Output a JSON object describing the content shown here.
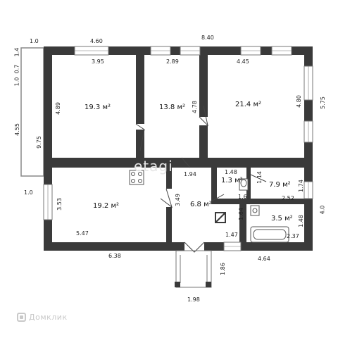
{
  "plan": {
    "overall_width": "8.40",
    "overall_height": "5.75",
    "rooms": [
      {
        "area": "19.3 м²",
        "width": "3.95",
        "depth": "4.89"
      },
      {
        "area": "13.8 м²",
        "width": "2.89",
        "depth": "4.78"
      },
      {
        "area": "21.4 м²",
        "width": "4.45",
        "depth": "4.80"
      },
      {
        "area": "19.2 м²",
        "width": "5.47",
        "depth": "3.53"
      },
      {
        "area": "6.8 м²",
        "width": "1.94",
        "depth": "3.49"
      },
      {
        "area": "1.3 м²",
        "width": "1.48",
        "depth": "1.6"
      },
      {
        "area": "7.9 м²",
        "width": "1.14",
        "depth": "1.74"
      },
      {
        "area": "3.5 м²",
        "width": "2.37",
        "depth": "1.48"
      }
    ],
    "dimensions": {
      "top_left_width": "4.60",
      "top_overall": "8.40",
      "balcony_width": "1.0",
      "balcony_top": "1.4",
      "balcony_a": "0.7",
      "balcony_b": "1.0",
      "left_total": "4.55",
      "left_inner": "9.75",
      "balcony_bottom": "1.0",
      "right_overall": "5.75",
      "right_lower": "4.0",
      "bottom_left": "6.38",
      "bottom_right": "4.64",
      "porch_depth": "1.86",
      "porch_width": "1.98",
      "bath_wall": "2.52",
      "bath_side": "1.64",
      "hall_wall": "1.47"
    }
  },
  "watermark": "etagi",
  "brand": {
    "name": "Домклик"
  }
}
